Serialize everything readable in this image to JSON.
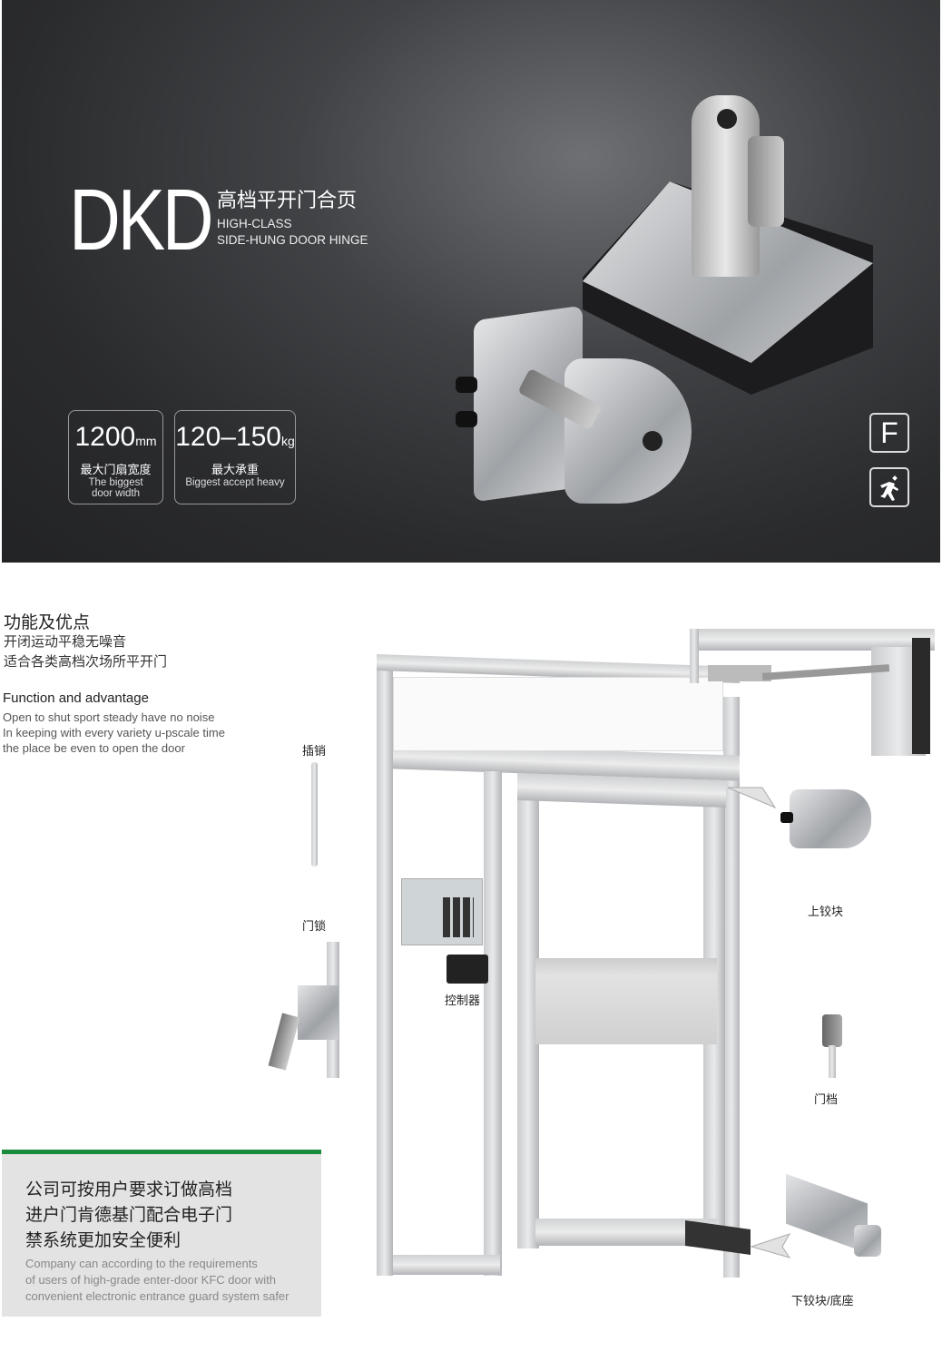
{
  "hero": {
    "brand": "DKD",
    "title_cn": "高档平开门合页",
    "title_en_line1": "HIGH-CLASS",
    "title_en_line2": "SIDE-HUNG DOOR HINGE",
    "specs": [
      {
        "value": "1200",
        "unit": "mm",
        "label_cn": "最大门扇宽度",
        "label_en_line1": "The biggest",
        "label_en_line2": "door width"
      },
      {
        "value": "120–150",
        "unit": "kg",
        "label_cn": "最大承重",
        "label_en_line1": "Biggest accept heavy",
        "label_en_line2": ""
      }
    ],
    "badges": [
      {
        "icon": "fire-rated-icon",
        "text": "F"
      },
      {
        "icon": "emergency-exit-icon"
      }
    ]
  },
  "features": {
    "heading_cn": "功能及优点",
    "lines_cn": [
      "开闭运动平稳无噪音",
      "适合各类高档次场所平开门"
    ],
    "heading_en": "Function and advantage",
    "lines_en": [
      "Open to shut sport steady have no noise",
      "In keeping with every variety u-pscale time",
      "the place be even to open the door"
    ]
  },
  "parts": {
    "bolt": "插销",
    "lock": "门锁",
    "controller": "控制器",
    "top_hinge": "上铰块",
    "door_stop": "门档",
    "bottom_hinge": "下铰块/底座"
  },
  "note": {
    "accent_color": "#1a8a3c",
    "lines_cn": [
      "公司可按用户要求订做高档",
      "进户门肯德基门配合电子门",
      "禁系统更加安全便利"
    ],
    "lines_en": [
      "Company can according to the requirements",
      "of users of high-grade enter-door KFC door with",
      "convenient electronic entrance guard system safer"
    ]
  }
}
